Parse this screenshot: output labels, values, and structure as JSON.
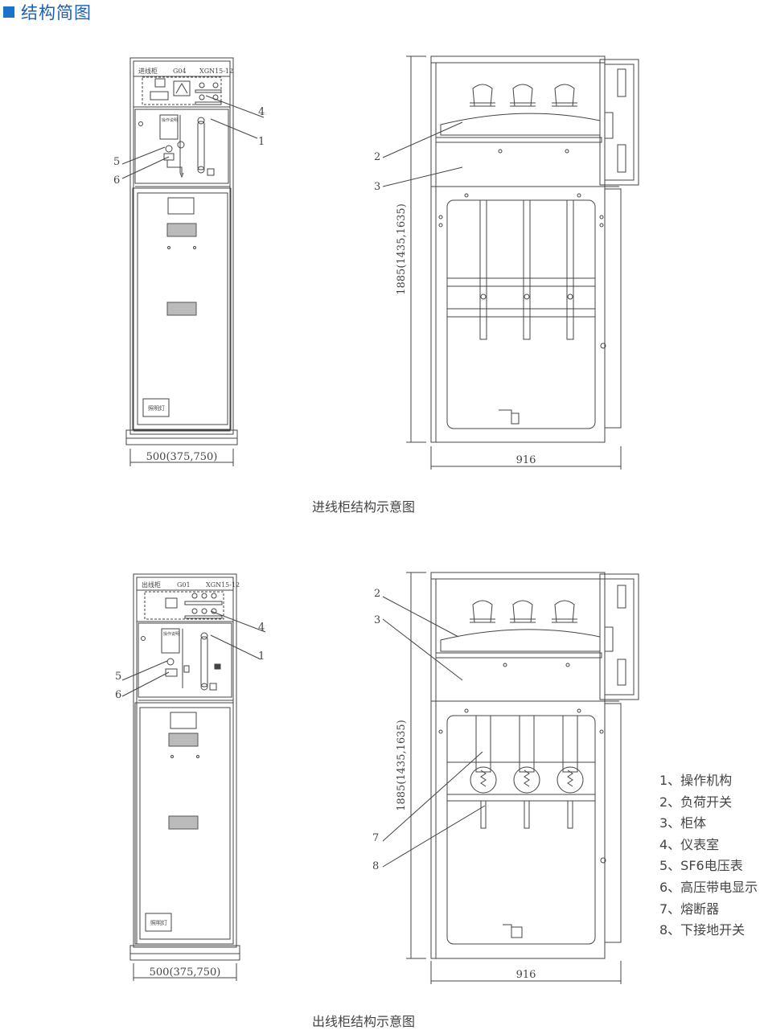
{
  "header": {
    "title": "结构简图"
  },
  "incoming": {
    "caption": "进线柜结构示意图",
    "panel_name": "进线柜",
    "panel_code": "G04",
    "model": "XGN15-12",
    "lighting_label": "照明灯",
    "interlock_label": "操作说明",
    "width_dim": "500(375,750)",
    "height_dim": "1885(1435,1635)",
    "depth_dim": "916",
    "callouts": [
      "1",
      "2",
      "3",
      "4",
      "5",
      "6"
    ]
  },
  "outgoing": {
    "caption": "出线柜结构示意图",
    "panel_name": "出线柜",
    "panel_code": "G01",
    "model": "XGN15-12",
    "lighting_label": "照明灯",
    "interlock_label": "操作说明",
    "width_dim": "500(375,750)",
    "height_dim": "1885(1435,1635)",
    "depth_dim": "916",
    "callouts": [
      "1",
      "2",
      "3",
      "4",
      "5",
      "6",
      "7",
      "8"
    ]
  },
  "legend": [
    "1、操作机构",
    "2、负荷开关",
    "3、柜体",
    "4、仪表室",
    "5、SF6电压表",
    "6、高压带电显示",
    "7、熔断器",
    "8、下接地开关"
  ]
}
